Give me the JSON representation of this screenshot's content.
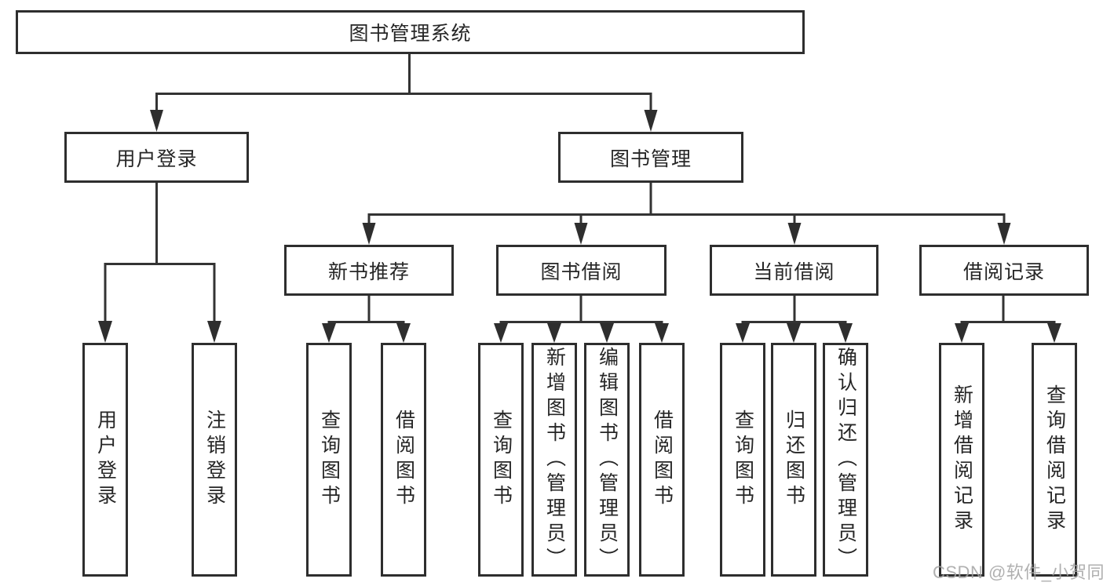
{
  "diagram_type": "hierarchy",
  "colors": {
    "line": "#333333",
    "box_border": "#2e2e2e",
    "box_fill": "#ffffff",
    "text": "#262626",
    "watermark": "#a3a3a3",
    "background": "#ffffff"
  },
  "nodes": {
    "root": "图书管理系统",
    "user_login": "用户登录",
    "book_management": "图书管理",
    "new_book_recommend": "新书推荐",
    "book_borrow": "图书借阅",
    "current_borrow": "当前借阅",
    "borrow_records": "借阅记录",
    "leaves": {
      "login": [
        "用户登录",
        "注销登录"
      ],
      "recommend": [
        "查询图书",
        "借阅图书"
      ],
      "borrow": [
        "查询图书",
        "新增图书（管理员）",
        "编辑图书（管理员）",
        "借阅图书"
      ],
      "current": [
        "查询图书",
        "归还图书",
        "确认归还（管理员）"
      ],
      "records": [
        "新增借阅记录",
        "查询借阅记录"
      ]
    }
  },
  "watermark": "CSDN @软件_小贺同学"
}
